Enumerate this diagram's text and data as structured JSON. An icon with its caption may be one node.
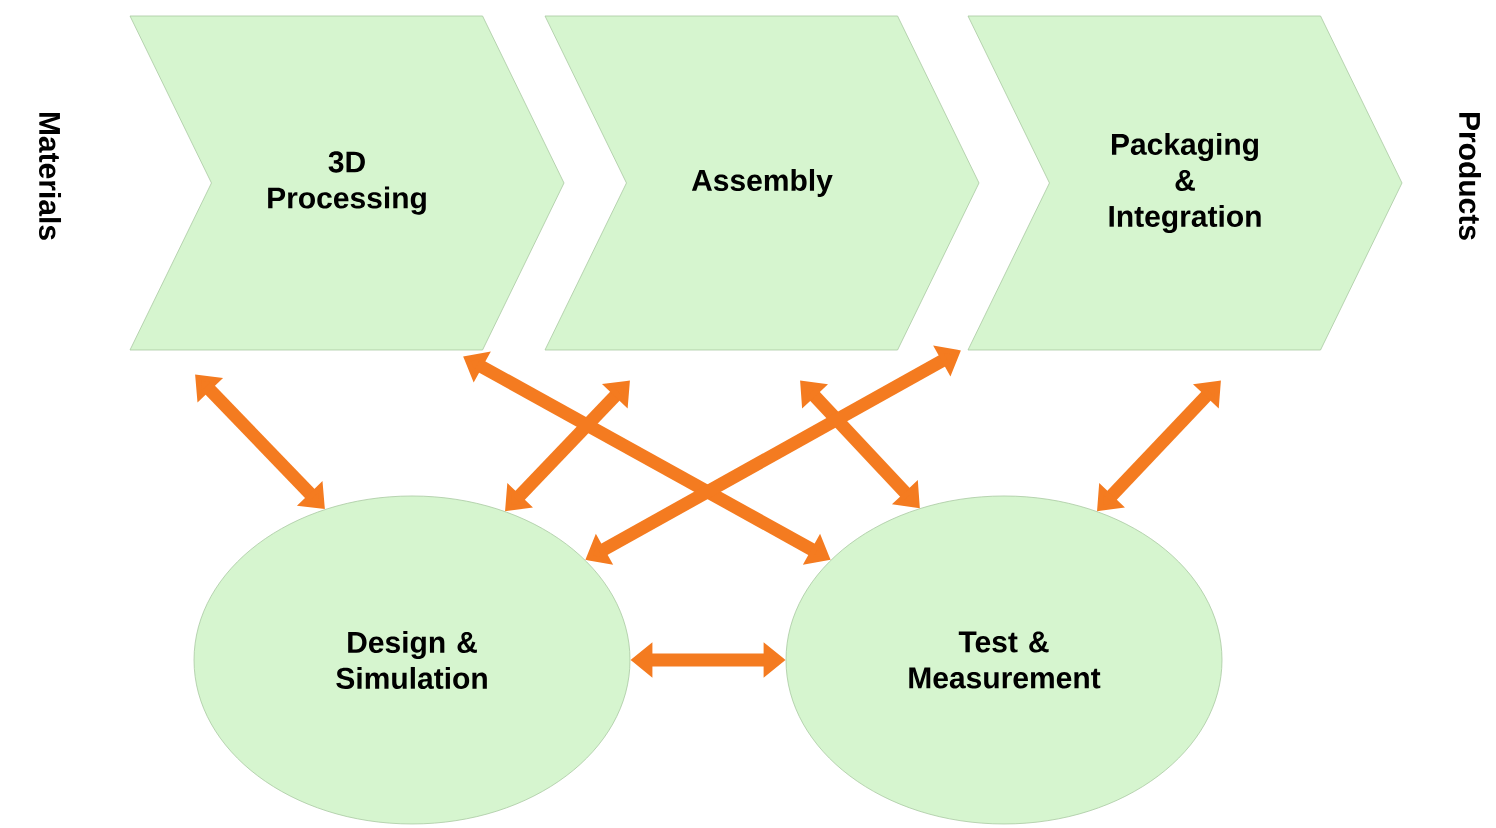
{
  "diagram": {
    "nodes": [
      {
        "text": [
          "3D Processing"
        ]
      },
      {
        "text": [
          "Assembly"
        ]
      },
      {
        "text": [
          "Packaging & Integration"
        ]
      },
      {
        "text": [
          "Design & Simulation"
        ]
      },
      {
        "text": [
          "Test & Measurement"
        ]
      }
    ],
    "edges": [
      {
        "from": 0,
        "to": 3,
        "arrow": "both"
      },
      {
        "from": 0,
        "to": 4,
        "arrow": "both"
      },
      {
        "from": 1,
        "to": 3,
        "arrow": "both"
      },
      {
        "from": 1,
        "to": 4,
        "arrow": "both"
      },
      {
        "from": 2,
        "to": 3,
        "arrow": "both"
      },
      {
        "from": 2,
        "to": 4,
        "arrow": "both"
      },
      {
        "from": 3,
        "to": 4,
        "arrow": "both"
      }
    ],
    "labels": [
      "Materials",
      "Products"
    ]
  }
}
